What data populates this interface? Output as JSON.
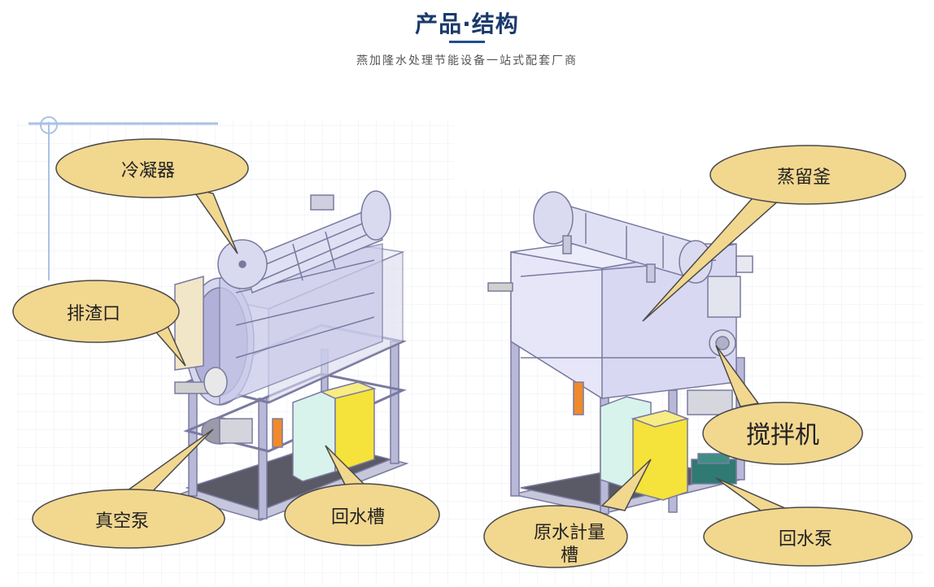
{
  "header": {
    "title": "产品·结构",
    "subtitle": "燕加隆水处理节能设备一站式配套厂商"
  },
  "callouts": {
    "condenser": "冷凝器",
    "slag_outlet": "排渣口",
    "vacuum_pump": "真空泵",
    "return_tank": "回水槽",
    "distillation_kettle": "蒸留釜",
    "agitator": "搅拌机",
    "raw_water_tank_line1": "原水計量",
    "raw_water_tank_line2": "槽",
    "return_pump": "回水泵"
  },
  "colors": {
    "title": "#1a3a6b",
    "accent_line": "#1f4f8f",
    "callout_fill": "#f2d78f",
    "callout_stroke": "#4a4a4a",
    "frame": "#b8b8d8",
    "vessel": "#d8d8f2",
    "yellow_tank": "#f5e23a",
    "cyan_tank": "#d8f3ec",
    "pump_green": "#2f7a72"
  }
}
